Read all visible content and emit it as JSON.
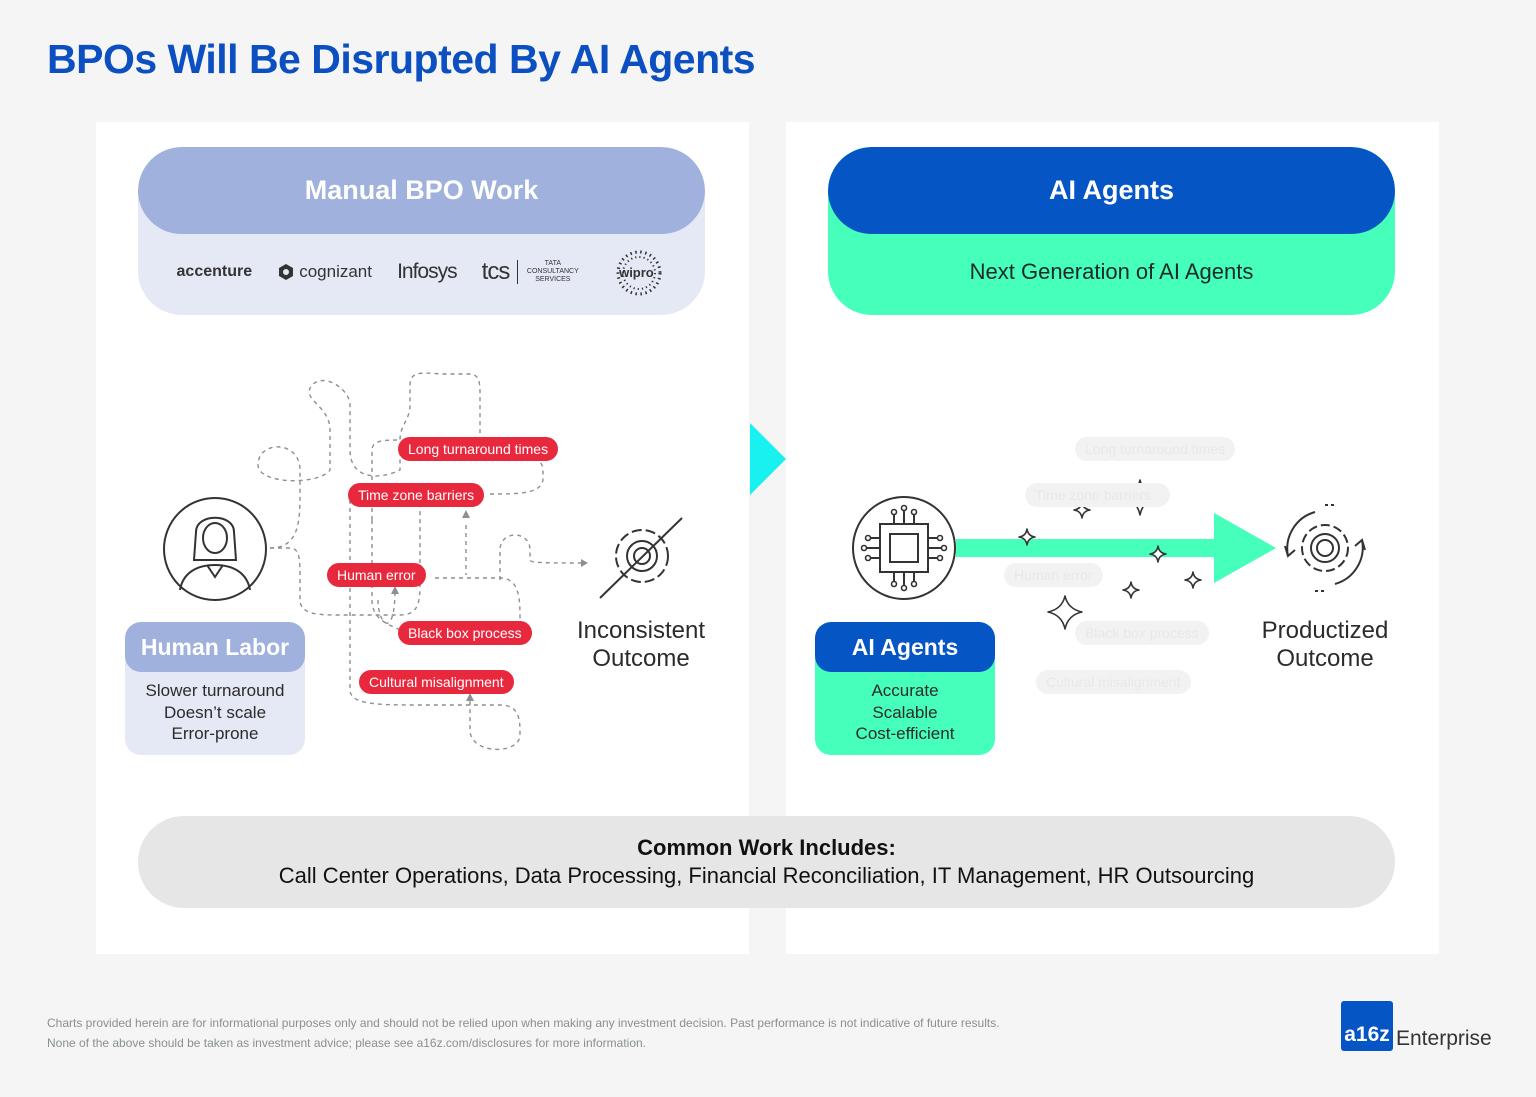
{
  "title": "BPOs Will Be Disrupted By AI Agents",
  "left": {
    "header": "Manual BPO Work",
    "logos": {
      "accenture": "accenture",
      "cognizant": "cognizant",
      "infosys": "Infosys",
      "tcs": "tcs",
      "tcs_sub": "TATA CONSULTANCY SERVICES",
      "wipro": "wipro"
    },
    "pills": [
      "Long turnaround times",
      "Time zone barriers",
      "Human error",
      "Black box process",
      "Cultural misalignment"
    ],
    "card": {
      "title": "Human Labor",
      "lines": [
        "Slower turnaround",
        "Doesn’t scale",
        "Error-prone"
      ]
    },
    "outcome": [
      "Inconsistent",
      "Outcome"
    ]
  },
  "right": {
    "header": "AI Agents",
    "subheader": "Next Generation of AI Agents",
    "pills": [
      "Long turnaround times",
      "Time zone barriers",
      "Human error",
      "Black box process",
      "Cultural misalignment"
    ],
    "card": {
      "title": "AI Agents",
      "lines": [
        "Accurate",
        "Scalable",
        "Cost-efficient"
      ]
    },
    "outcome": [
      "Productized",
      "Outcome"
    ]
  },
  "common": {
    "title": "Common Work Includes:",
    "items": "Call Center Operations, Data Processing, Financial Reconciliation, IT Management, HR Outsourcing"
  },
  "disclaimer": [
    "Charts provided herein are for informational purposes only and should not be relied upon when making any investment decision. Past performance is not indicative of future results.",
    "None of the above should be taken as investment advice; please see a16z.com/disclosures for more information."
  ],
  "brand": {
    "mark": "a16z",
    "name": "Enterprise"
  },
  "colors": {
    "title_blue": "#0b4fc1",
    "agent_blue": "#0655c5",
    "mint": "#45ffbb",
    "periwinkle": "#9fb1dc",
    "pill_red": "#e8283d",
    "cyan_arrow": "#19f1f1"
  }
}
